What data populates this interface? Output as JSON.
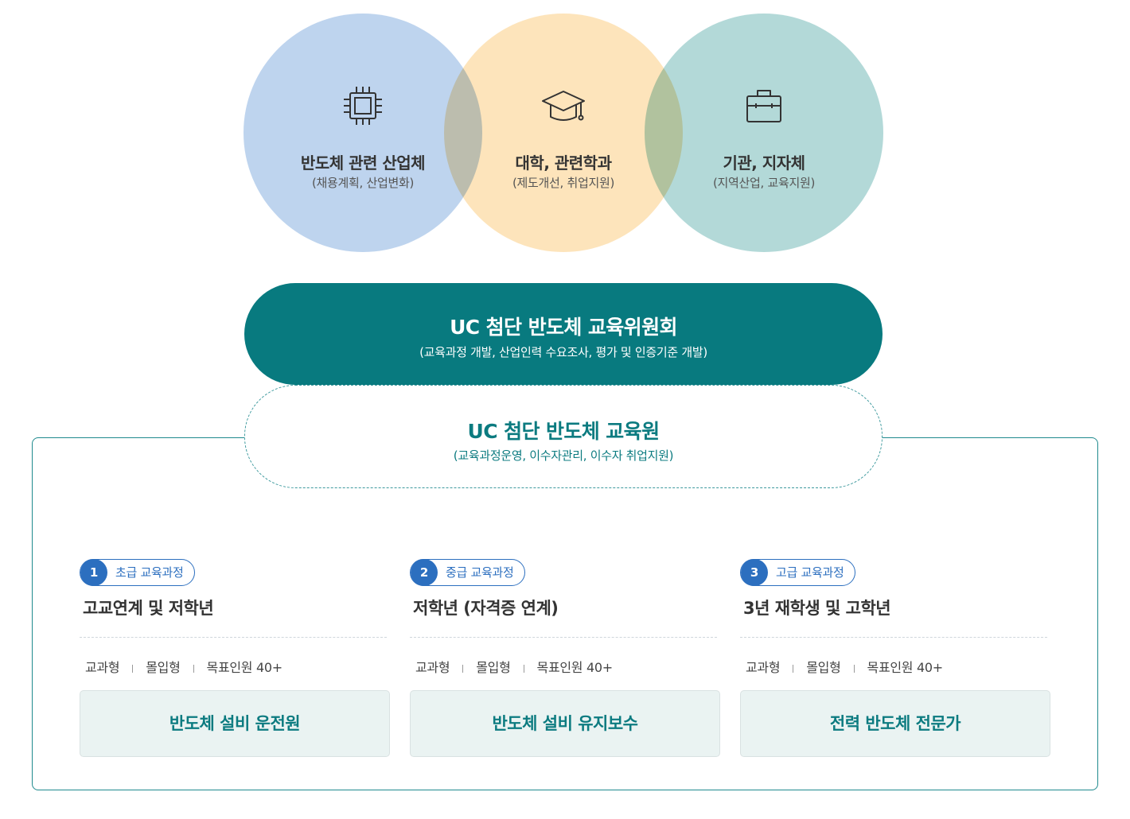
{
  "circles": [
    {
      "icon": "chip-icon",
      "title": "반도체 관련 산업체",
      "subtitle": "(채용계획, 산업변화)",
      "color": "#bed4ee"
    },
    {
      "icon": "graduation-cap-icon",
      "title": "대학, 관련학과",
      "subtitle": "(제도개선, 취업지원)",
      "color": "#fde4bb"
    },
    {
      "icon": "briefcase-icon",
      "title": "기관, 지자체",
      "subtitle": "(지역산업, 교육지원)",
      "color": "#b3d9d8"
    }
  ],
  "committee": {
    "title": "UC 첨단 반도체 교육위원회",
    "subtitle": "(교육과정 개발, 산업인력 수요조사, 평가 및 인증기준 개발)",
    "color": "#087a7f"
  },
  "institute": {
    "title": "UC 첨단 반도체 교육원",
    "subtitle": "(교육과정운영, 이수자관리, 이수자 취업지원)"
  },
  "courses": [
    {
      "number": "1",
      "level": "초급 교육과정",
      "title": "고교연계 및 저학년",
      "tags": [
        "교과형",
        "몰입형",
        "목표인원 40+"
      ],
      "role": "반도체 설비 운전원"
    },
    {
      "number": "2",
      "level": "중급 교육과정",
      "title": "저학년 (자격증 연계)",
      "tags": [
        "교과형",
        "몰입형",
        "목표인원 40+"
      ],
      "role": "반도체 설비 유지보수"
    },
    {
      "number": "3",
      "level": "고급 교육과정",
      "title": "3년 재학생 및 고학년",
      "tags": [
        "교과형",
        "몰입형",
        "목표인원 40+"
      ],
      "role": "전력 반도체 전문가"
    }
  ],
  "colors": {
    "accent": "#087a7f",
    "badge": "#2c6fbf"
  }
}
